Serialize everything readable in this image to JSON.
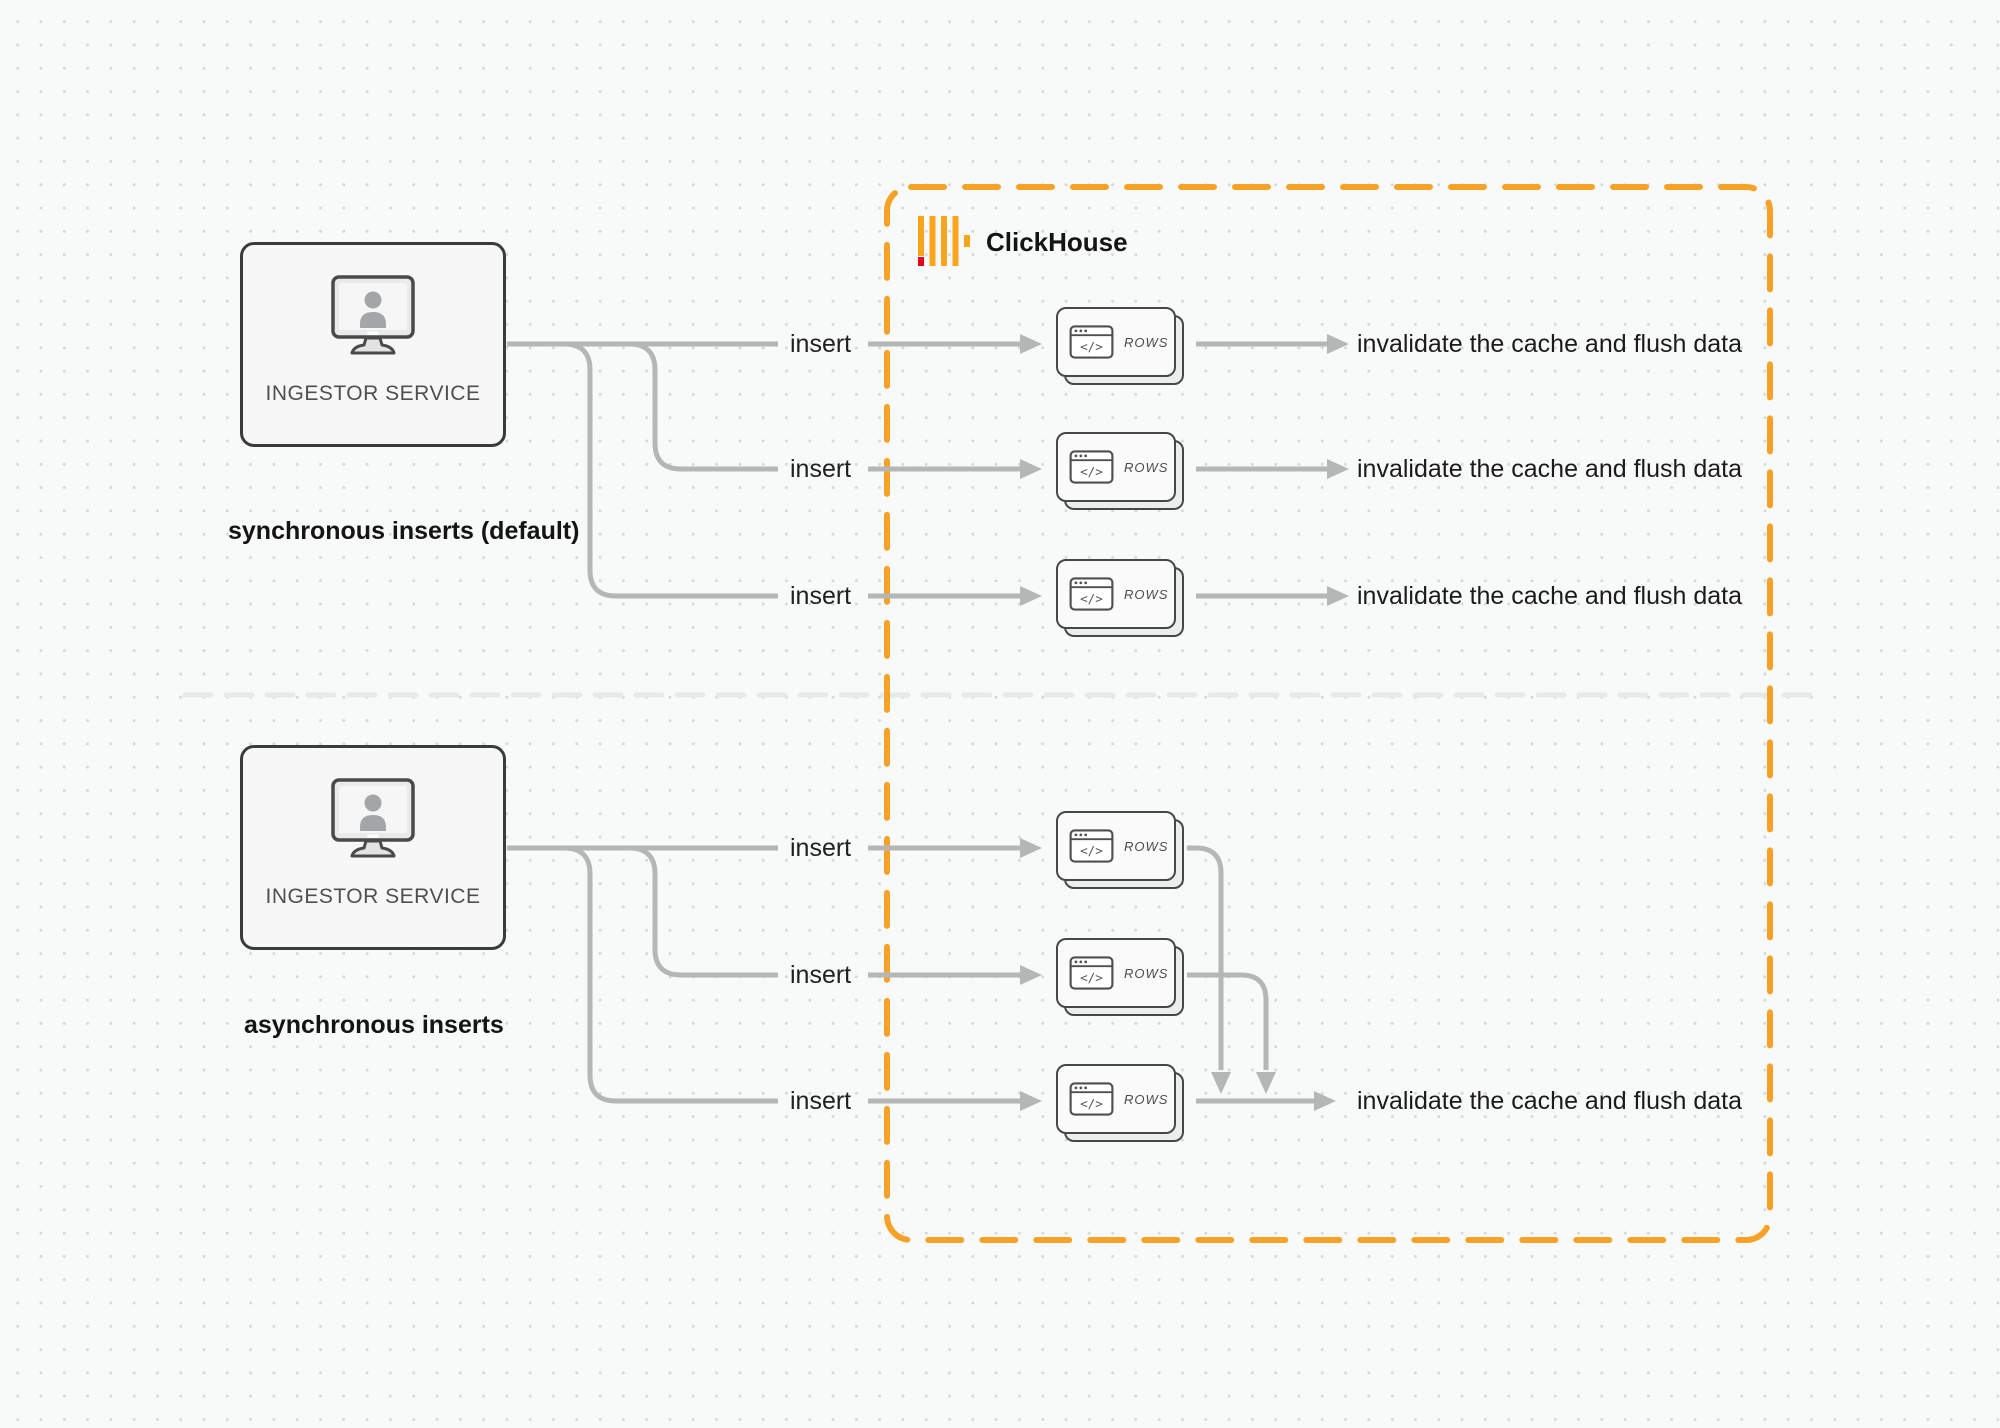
{
  "clickhouse": {
    "name": "ClickHouse",
    "logo_amber": "#faa41b",
    "logo_red": "#e2071c"
  },
  "colors": {
    "cluster_border_orange": "#f7a227",
    "connector_gray": "#b5b7b7",
    "divider_gray": "#e7e8e8",
    "service_box_border": "#3a3b3c"
  },
  "labels": {
    "insert": "insert",
    "rows": "ROWS",
    "invalidate": "invalidate the cache and flush data"
  },
  "sync": {
    "caption": "synchronous inserts (default)",
    "service_label": "INGESTOR SERVICE"
  },
  "async": {
    "caption": "asynchronous inserts",
    "service_label": "INGESTOR SERVICE"
  }
}
